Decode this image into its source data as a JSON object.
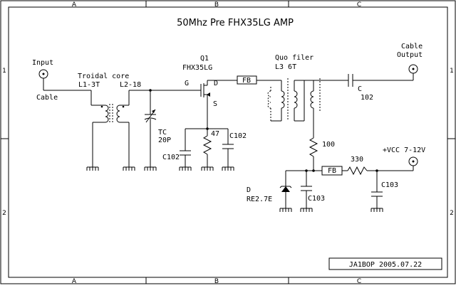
{
  "title": "50Mhz Pre FHX35LG AMP",
  "frame": {
    "columns": [
      "A",
      "B",
      "C"
    ],
    "rows": [
      "1",
      "2"
    ]
  },
  "labels": {
    "input": "Input",
    "cable_in": "Cable",
    "troidal": "Troidal core",
    "l1": "L1-3T",
    "l2": "L2-18",
    "q1": "Q1",
    "q1_part": "FHX35LG",
    "gate": "G",
    "drain": "D",
    "source": "S",
    "tc": "TC",
    "tc_value": "20P",
    "r47": "47",
    "c102_src": "C102",
    "c102_bypass": "C102",
    "fb1": "FB",
    "quo_filter": "Quo filer",
    "l3": "L3 6T",
    "cable_out_1": "Cable",
    "cable_out_2": "Output",
    "c_out": "C",
    "c_out_value": "102",
    "r100": "100",
    "vcc": "+VCC 7-12V",
    "r330": "330",
    "fb2": "FB",
    "c103_right": "C103",
    "diode": "D",
    "diode_part": "RE2.7E",
    "c103_left": "C103",
    "author": "JA1BOP 2005.07.22"
  }
}
